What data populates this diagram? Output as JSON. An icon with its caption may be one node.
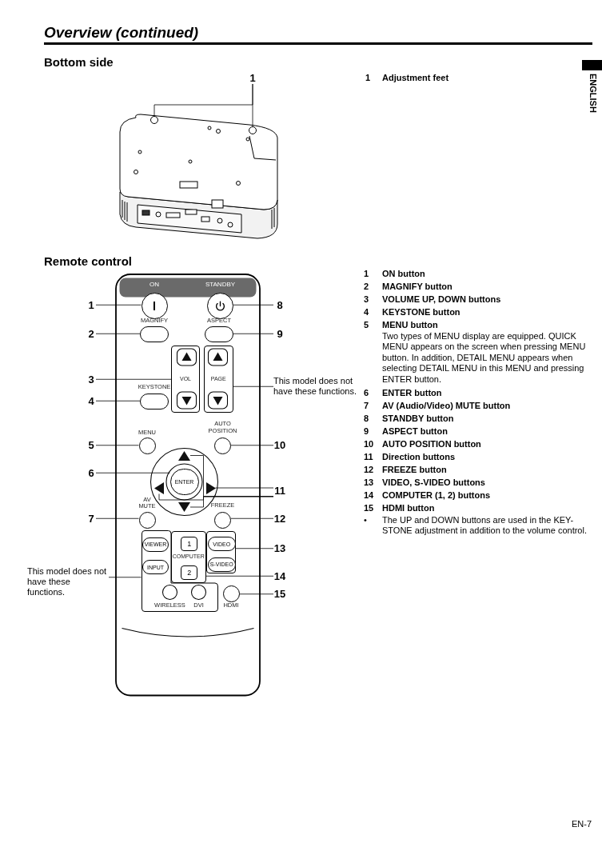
{
  "diagram": {
    "title": "Overview (continued)",
    "nodes": [
      {
        "text": [
          "1"
        ]
      },
      {
        "text": [],
        "shape": "circle"
      },
      {
        "text": [],
        "shape": "circle"
      },
      {
        "text": [
          "1"
        ]
      },
      {
        "text": [],
        "shape": "circle",
        "beside": [
          "ON"
        ]
      },
      {
        "text": [
          "2"
        ]
      },
      {
        "text": [],
        "shape": "circle"
      },
      {
        "text": [
          "3"
        ]
      },
      {
        "text": [
          "VOL"
        ]
      },
      {
        "text": [
          "4"
        ]
      },
      {
        "text": [],
        "shape": "circle"
      },
      {
        "text": [
          "5"
        ]
      },
      {
        "text": [],
        "shape": "circle",
        "beside": [
          "MENU"
        ]
      },
      {
        "text": [
          "6"
        ]
      },
      {
        "text": [
          "ENTER"
        ]
      },
      {
        "text": [
          "7"
        ]
      },
      {
        "text": [],
        "shape": "circle"
      },
      {
        "text": [
          "8"
        ]
      },
      {
        "text": [],
        "shape": "circle",
        "beside": [
          "STANDBY"
        ]
      },
      {
        "text": [
          "9"
        ]
      },
      {
        "text": [],
        "shape": "circle"
      },
      {
        "text": [
          "This model does not have these functions."
        ]
      },
      {
        "text": [
          "PAGE"
        ]
      },
      {
        "text": [
          "10"
        ]
      },
      {
        "text": [],
        "shape": "circle",
        "beside": [
          "AUTO POSITION"
        ]
      },
      {
        "text": [
          "11"
        ]
      },
      {
        "text": [],
        "shape": "triangle"
      },
      {
        "text": [],
        "shape": "triangle"
      },
      {
        "text": [],
        "shape": "triangle"
      },
      {
        "text": [],
        "shape": "triangle"
      },
      {
        "text": [
          "12"
        ]
      },
      {
        "text": [],
        "shape": "circle",
        "beside": [
          "FREEZE"
        ]
      },
      {
        "text": [
          "13"
        ]
      },
      {
        "text": [],
        "shape": "box"
      },
      {
        "text": [
          "VIDEO"
        ],
        "in": 33
      },
      {
        "text": [
          "S-VIDEO"
        ],
        "in": 33
      },
      {
        "text": [
          "14"
        ]
      },
      {
        "text": [
          "COMPUTER"
        ]
      },
      {
        "text": [
          "1"
        ],
        "in": 37
      },
      {
        "text": [
          "2"
        ],
        "in": 37
      },
      {
        "text": [
          "15"
        ]
      },
      {
        "text": [],
        "shape": "circle",
        "beside": [
          "HDMI"
        ]
      },
      {
        "text": [
          "This model does not have these functions."
        ]
      },
      {
        "text": [],
        "shape": "box"
      },
      {
        "text": [
          "VIEWER"
        ],
        "in": 43
      },
      {
        "text": [
          "INPUT"
        ],
        "in": 43
      }
    ],
    "edges": [
      {
        "from": 0,
        "to": 1,
        "arrow": "none"
      },
      {
        "from": 0,
        "to": 2,
        "arrow": "none"
      },
      {
        "from": 3,
        "to": 4,
        "arrow": "none"
      },
      {
        "from": 5,
        "to": 6,
        "arrow": "none"
      },
      {
        "from": 7,
        "to": 8,
        "arrow": "none"
      },
      {
        "from": 9,
        "to": 10,
        "arrow": "none"
      },
      {
        "from": 11,
        "to": 12,
        "arrow": "none"
      },
      {
        "from": 13,
        "to": 14,
        "arrow": "none"
      },
      {
        "from": 15,
        "to": 16,
        "arrow": "none"
      },
      {
        "from": 17,
        "to": 18,
        "arrow": "none"
      },
      {
        "from": 19,
        "to": 20,
        "arrow": "none"
      },
      {
        "from": 21,
        "to": 22,
        "arrow": "none"
      },
      {
        "from": 23,
        "to": 24,
        "arrow": "none"
      },
      {
        "from": 25,
        "to": 26,
        "arrow": "none"
      },
      {
        "from": 25,
        "to": 27,
        "arrow": "none"
      },
      {
        "from": 25,
        "to": 28,
        "arrow": "none"
      },
      {
        "from": 25,
        "to": 29,
        "arrow": "none"
      },
      {
        "from": 30,
        "to": 31,
        "arrow": "none"
      },
      {
        "from": 32,
        "to": 33,
        "arrow": "none"
      },
      {
        "from": 36,
        "to": 37,
        "arrow": "none"
      },
      {
        "from": 40,
        "to": 41,
        "arrow": "none"
      },
      {
        "from": 42,
        "to": 43,
        "arrow": "none"
      }
    ],
    "labels": [
      "Bottom side",
      "ENGLISH",
      "1",
      "Adjustment feet",
      "Remote control",
      "WIRELESS",
      "DVI",
      "MAGNIFY",
      "ASPECT",
      "KEYSTONE",
      "AV MUTE",
      "1",
      "ON button",
      "2",
      "MAGNIFY button",
      "3",
      "VOLUME UP, DOWN buttons",
      "4",
      "KEYSTONE button",
      "5",
      "MENU button",
      "Two types of MENU display are equipped. QUICK MENU appears on the screen when pressing MENU button. In addition, DETAIL MENU appears when selecting DETAIL MENU in this MENU and pressing ENTER button.",
      "6",
      "ENTER button",
      "7",
      "AV (Audio/Video) MUTE button",
      "8",
      "STANDBY button",
      "9",
      "ASPECT button",
      "10",
      "AUTO POSITION button",
      "11",
      "Direction buttons",
      "12",
      "FREEZE button",
      "13",
      "VIDEO, S-VIDEO buttons",
      "14",
      "COMPUTER (1, 2) buttons",
      "15",
      "HDMI button",
      "•",
      "The UP and DOWN buttons are used in the KEY-STONE adjustment in addition to the volume control.",
      "EN-7"
    ]
  }
}
